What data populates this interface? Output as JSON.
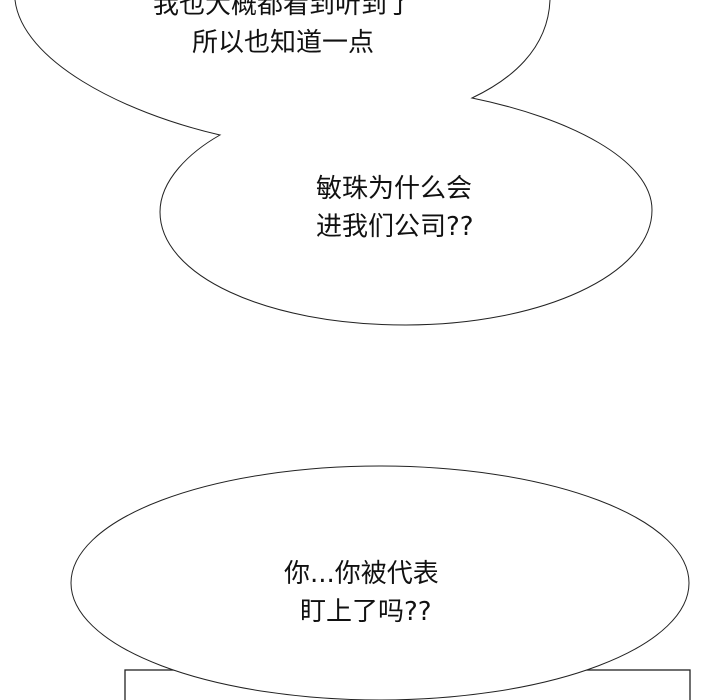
{
  "bubbles": [
    {
      "lines": [
        "我也大概都看到听到了",
        "所以也知道一点"
      ]
    },
    {
      "lines": [
        "敏珠为什么会",
        "进我们公司??"
      ]
    },
    {
      "lines": [
        "你...你被代表",
        "盯上了吗??"
      ]
    }
  ],
  "colors": {
    "background": "#ffffff",
    "outline": "#222222",
    "text": "#111111"
  }
}
